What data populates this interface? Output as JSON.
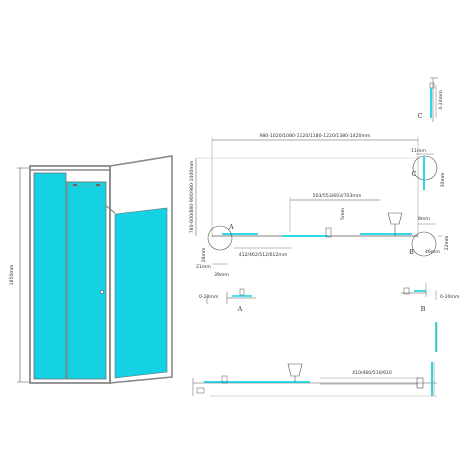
{
  "colors": {
    "glass": "#14d2e3",
    "frame": "#8a8a8a",
    "line": "#555555",
    "background": "#ffffff"
  },
  "front_view": {
    "height_label": "1850mm"
  },
  "plan_view": {
    "total_width_label": "980-1020/1080-1120/1180-1220/1380-1420mm",
    "side_depth_label": "780-800/880-900/980-1000mm",
    "door_opening_label": "503/553/603/703mm",
    "panel_width_label": "412/462/512/612mm",
    "dim_5mm": "5mm",
    "dim_26mm": "26mm",
    "dim_21mm": "21mm",
    "dim_39mm": "39mm",
    "dim_8mm": "8mm",
    "dim_22mm": "22mm",
    "dim_46mm": "46mm"
  },
  "detail_c": {
    "label": "C",
    "dim_4_24mm": "4-24mm",
    "dim_11mm": "11mm",
    "dim_30mm": "30mm"
  },
  "markers": {
    "a": "A",
    "b": "B",
    "c": "C"
  },
  "adjustment": {
    "left_label": "0-20mm",
    "right_label": "0-20mm"
  },
  "bottom_view": {
    "width_label": "410/460/510/610"
  }
}
